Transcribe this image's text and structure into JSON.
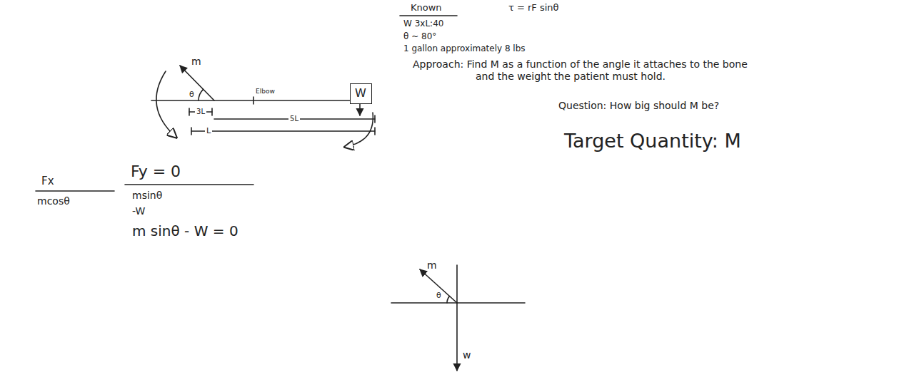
{
  "diagram": {
    "nodes": [
      {
        "text": [
          "W"
        ]
      }
    ],
    "labels": [
      "m",
      "θ",
      "Elbow",
      "3L",
      "5L",
      "L",
      "Known",
      "τ = rF sinθ",
      "W 3xL:40",
      "θ ~ 80°",
      "1 gallon approximately 8 lbs",
      "Approach: Find M as a function of the angle it attaches to the bone and the weight the patient must hold.",
      "Question: How big should M be?",
      "Target Quantity: M",
      "Fx",
      "mcosθ",
      "Fy = 0",
      "msinθ",
      "-W",
      "m sinθ - W = 0",
      "m",
      "θ",
      "w"
    ]
  }
}
